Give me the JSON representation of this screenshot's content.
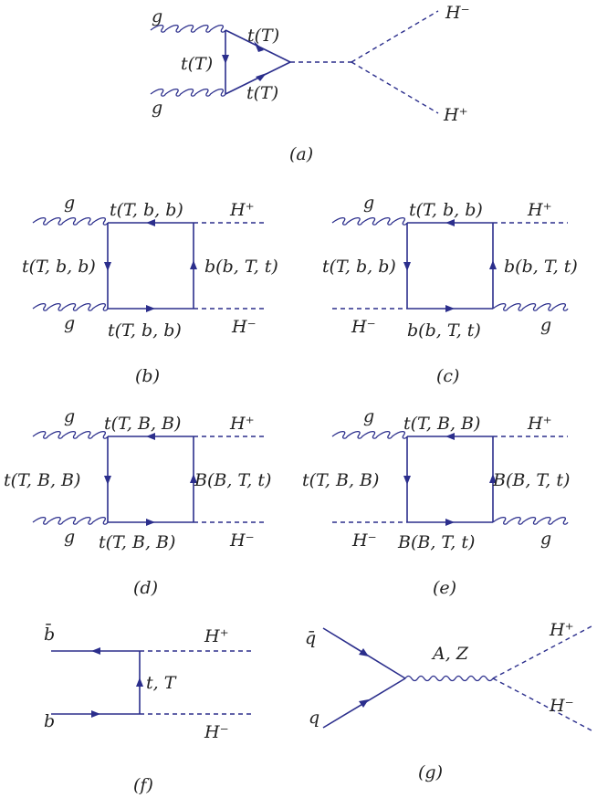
{
  "colors": {
    "line": "#2b2e8c",
    "text": "#222222"
  },
  "panels": {
    "a": {
      "caption": "(a)",
      "gluon_top": "g",
      "gluon_bottom": "g",
      "tri_top": "t(T)",
      "tri_left": "t(T)",
      "tri_bottom": "t(T)",
      "h_minus": "H⁻",
      "h_plus": "H⁺"
    },
    "b": {
      "caption": "(b)",
      "gluon_top": "g",
      "gluon_bottom": "g",
      "top_line": "t(T, b, b)",
      "left_line": "t(T, b, b)",
      "right_line": "b(b, T, t)",
      "bottom_line": "t(T, b, b)",
      "out_top": "H⁺",
      "out_bottom": "H⁻"
    },
    "c": {
      "caption": "(c)",
      "gluon_top": "g",
      "gluon_bottom": "g",
      "top_line": "t(T, b, b)",
      "left_line": "t(T, b, b)",
      "right_line": "b(b, T, t)",
      "bottom_line": "b(b, T, t)",
      "out_top": "H⁺",
      "in_bottom": "H⁻"
    },
    "d": {
      "caption": "(d)",
      "gluon_top": "g",
      "gluon_bottom": "g",
      "top_line": "t(T, B, B)",
      "left_line": "t(T, B, B)",
      "right_line": "B(B, T, t)",
      "bottom_line": "t(T, B, B)",
      "out_top": "H⁺",
      "out_bottom": "H⁻"
    },
    "e": {
      "caption": "(e)",
      "gluon_top": "g",
      "gluon_bottom": "g",
      "top_line": "t(T, B, B)",
      "left_line": "t(T, B, B)",
      "right_line": "B(B, T, t)",
      "bottom_line": "B(B, T, t)",
      "out_top": "H⁺",
      "in_bottom": "H⁻"
    },
    "f": {
      "caption": "(f)",
      "in_top": "b̄",
      "in_bottom": "b",
      "exchange": "t, T",
      "out_top": "H⁺",
      "out_bottom": "H⁻"
    },
    "g": {
      "caption": "(g)",
      "in_top": "q̄",
      "in_bottom": "q",
      "propagator": "A, Z",
      "out_top": "H⁺",
      "out_bottom": "H⁻"
    }
  }
}
